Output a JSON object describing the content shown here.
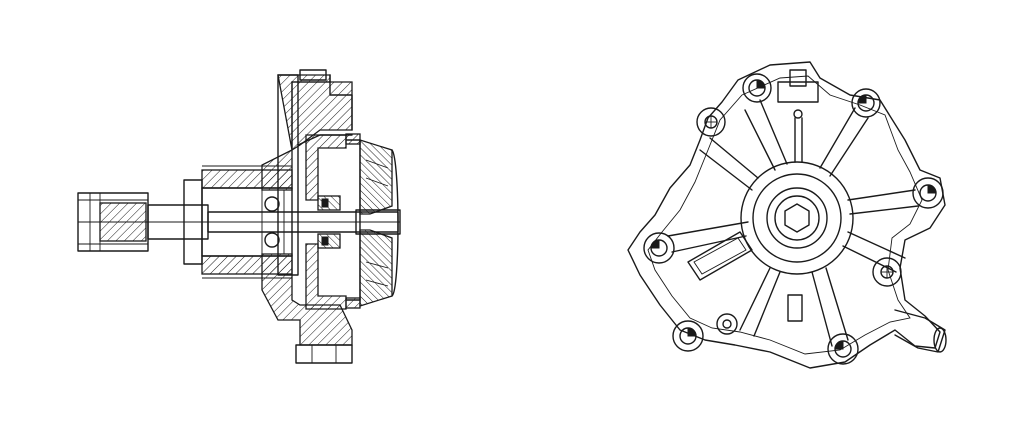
{
  "drawing": {
    "views": [
      {
        "id": "cross-section-view",
        "icon": "pump-cross-section-drawing"
      },
      {
        "id": "front-view",
        "icon": "pump-front-view-drawing"
      }
    ],
    "colors": {
      "background": "#ffffff",
      "line": "#1a1a1a"
    }
  }
}
